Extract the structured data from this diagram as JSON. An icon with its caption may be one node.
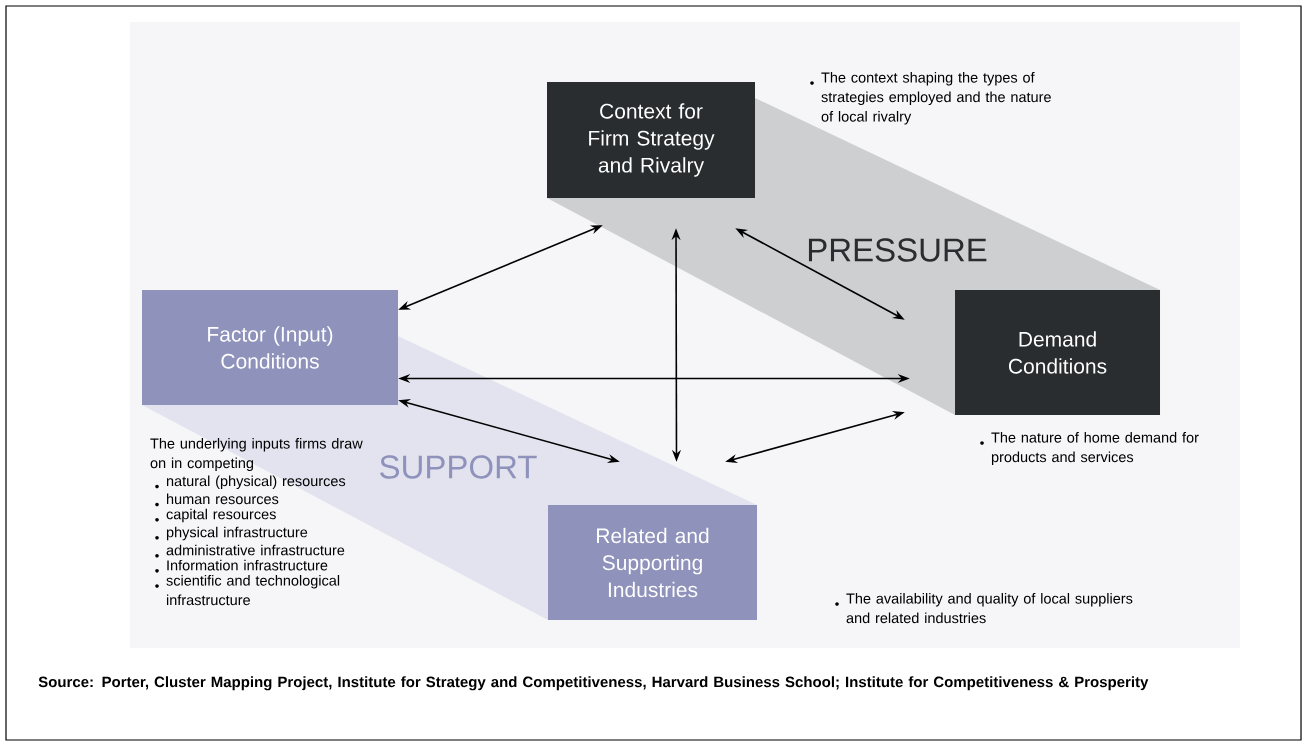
{
  "diagram": {
    "caption": "Source: Porter, Cluster Mapping Project, Institute for Strategy and Competitiveness, Harvard Business School; Institute for Competitiveness & Prosperity",
    "nodes": [
      {
        "text": [
          "Context for Firm Strategy and Rivalry"
        ]
      },
      {
        "text": [
          "Factor (Input) Conditions"
        ],
        "beside": [
          "The underlying inputs firms draw on in competing",
          "natural (physical) resources",
          "human resources",
          "capital resources",
          "physical infrastructure",
          "administrative infrastructure",
          "Information infrastructure",
          "scientific and technological infrastructure"
        ]
      },
      {
        "text": [
          "Demand Conditions"
        ],
        "beside": [
          "The nature of home demand for products and services"
        ]
      },
      {
        "text": [
          "Related and Supporting Industries"
        ]
      }
    ],
    "edges": [
      {
        "from": 0,
        "to": 1,
        "arrow": "both"
      },
      {
        "from": 0,
        "to": 2,
        "arrow": "both"
      },
      {
        "from": 0,
        "to": 3,
        "arrow": "both"
      },
      {
        "from": 1,
        "to": 2,
        "arrow": "both"
      },
      {
        "from": 1,
        "to": 3,
        "arrow": "both"
      },
      {
        "from": 2,
        "to": 3,
        "arrow": "both"
      }
    ],
    "labels": [
      "The context shaping the types of strategies employed and the nature of local rivalry",
      "PRESSURE",
      "SUPPORT",
      "The availability and quality of local suppliers and related industries"
    ]
  }
}
